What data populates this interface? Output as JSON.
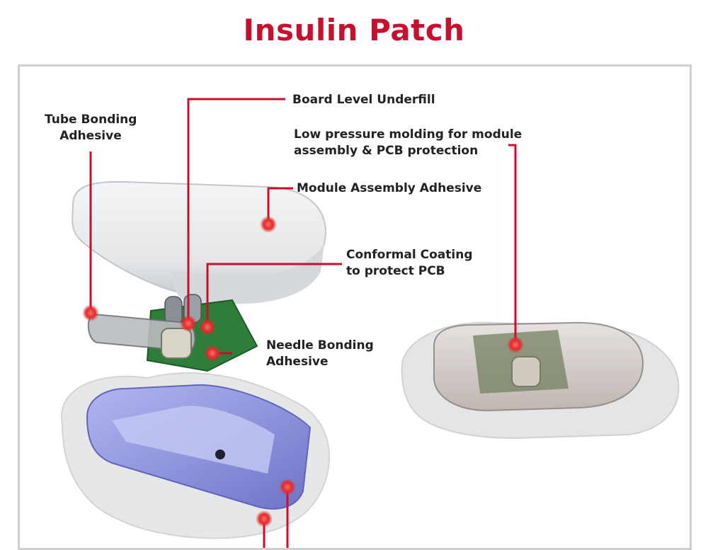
{
  "title": "Insulin Patch",
  "colors": {
    "accent": "#c8102e",
    "callout_line": "#c8102e",
    "text": "#222222"
  },
  "labels": {
    "board_level_underfill": "Board Level Underfill",
    "tube_bonding_1": "Tube Bonding",
    "tube_bonding_2": "Adhesive",
    "low_pressure_1": "Low pressure molding for module",
    "low_pressure_2": "assembly & PCB protection",
    "module_assembly": "Module Assembly Adhesive",
    "conformal_1": "Conformal Coating",
    "conformal_2": "to protect PCB",
    "needle_bonding_1": "Needle Bonding",
    "needle_bonding_2": "Adhesive"
  }
}
